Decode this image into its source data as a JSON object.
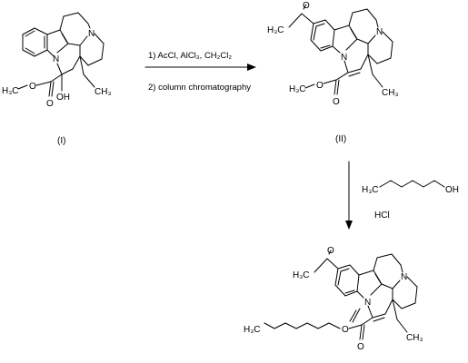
{
  "compounds": [
    {
      "caption": "(I)"
    },
    {
      "caption": "(II)"
    },
    {
      "caption": ""
    }
  ],
  "step1": {
    "line1": "1) AcCl, AlCl₃, CH₂Cl₂",
    "line2": "2) column chromatography"
  },
  "step2": {
    "reagent_text": "H₃C",
    "reagent_oh": "OH",
    "catalyst": "HCl"
  },
  "atoms": {
    "N": "N",
    "O": "O",
    "OH": "OH",
    "H3C": "H₃C",
    "CH3": "CH₃"
  }
}
